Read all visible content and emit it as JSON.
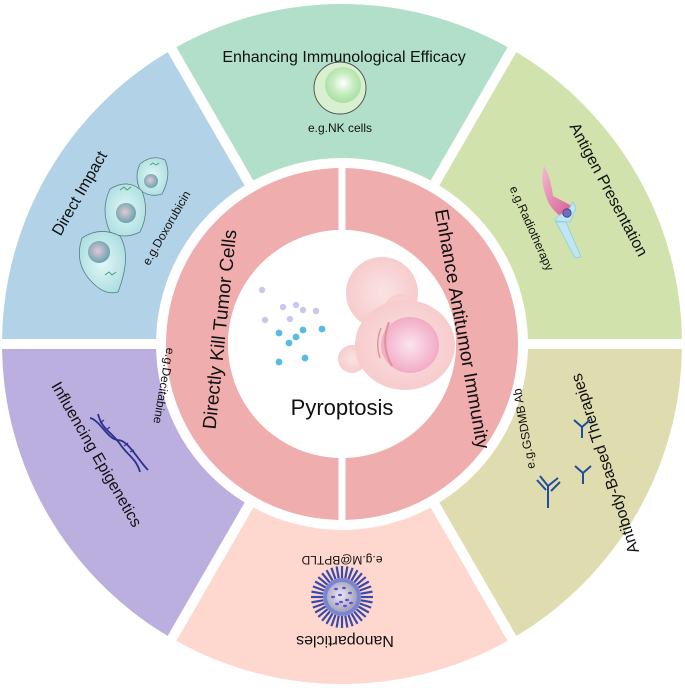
{
  "center": {
    "title": "Pyroptosis",
    "icon": "pyroptotic-cell-icon",
    "fill": "#ffffff"
  },
  "inner_ring": {
    "color": "#f0adae",
    "halves": [
      {
        "id": "left",
        "label": "Directly Kill Tumor Cells"
      },
      {
        "id": "right",
        "label": "Enhance Antitumor Immunity"
      }
    ]
  },
  "outer_ring": {
    "segments": [
      {
        "id": "top",
        "title": "Enhancing Immunological Efficacy",
        "example": "e.g.NK cells",
        "color": "#b1dfca",
        "icon": "nk-cell-icon"
      },
      {
        "id": "upper-left",
        "title": "Direct Impact",
        "example": "e.g.Doxorubicin",
        "color": "#b2d3e7",
        "icon": "tumor-cells-icon"
      },
      {
        "id": "upper-right",
        "title": "Antigen Presentation",
        "example": "e.g.Radiotherapy",
        "color": "#d1e2ad",
        "icon": "antigen-presentation-icon"
      },
      {
        "id": "lower-left",
        "title": "Influencing Epigenetics",
        "example": "e.g.Decitabine",
        "color": "#bbafe0",
        "icon": "dna-icon"
      },
      {
        "id": "lower-right",
        "title": "Antibody-Based Therapies",
        "example": "e.g.GSDMB Ab",
        "color": "#dfdcb0",
        "icon": "antibody-icon"
      },
      {
        "id": "bottom",
        "title": "Nanoparticles",
        "example": "e.g.M@BPTLD",
        "color": "#fed8cf",
        "icon": "nanoparticle-icon"
      }
    ]
  }
}
